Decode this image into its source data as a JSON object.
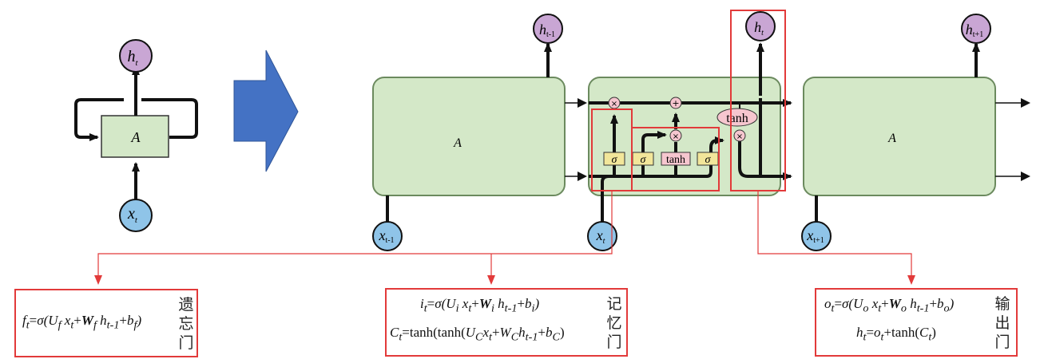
{
  "rolled": {
    "cell_label": "A",
    "output_label": "h",
    "output_sub": "t",
    "input_label": "x",
    "input_sub": "t"
  },
  "arrow": {
    "color": "#4472c4"
  },
  "unrolled": {
    "cells": [
      {
        "label": "A",
        "output": "h",
        "output_sub": "t-1",
        "input": "x",
        "input_sub": "t-1"
      },
      {
        "label": "",
        "output": "h",
        "output_sub": "t",
        "input": "x",
        "input_sub": "t"
      },
      {
        "label": "A",
        "output": "h",
        "output_sub": "t+1",
        "input": "x",
        "input_sub": "t+1"
      }
    ],
    "ops": {
      "multiply": "×",
      "add": "+",
      "tanh_label": "tanh",
      "sigma": "σ"
    }
  },
  "colors": {
    "cell_fill": "#d4e8c8",
    "cell_stroke": "#6b8a5e",
    "h_fill": "#c9a6d4",
    "x_fill": "#8fc4e8",
    "gate_fill": "#f2e69a",
    "op_fill": "#f6c6cf",
    "highlight": "#e23a3a"
  },
  "gates": {
    "forget": {
      "title_chars": [
        "遗",
        "忘",
        "门"
      ],
      "eq1": "f_t=σ(U_f x_t+W_f h_t-1+b_f)"
    },
    "input": {
      "title_chars": [
        "记",
        "忆",
        "门"
      ],
      "eq1": "i_t=σ(U_i x_t+W_i h_t-1+b_i)",
      "eq2": "C_t=tanh(tanh(U_C x_t+W_C h_t-1+b_C)"
    },
    "output": {
      "title_chars": [
        "输",
        "出",
        "门"
      ],
      "eq1": "o_t=σ(U_o x_t+W_o h_t-1+b_o)",
      "eq2": "h_t=o_t+tanh(C_t)"
    }
  }
}
